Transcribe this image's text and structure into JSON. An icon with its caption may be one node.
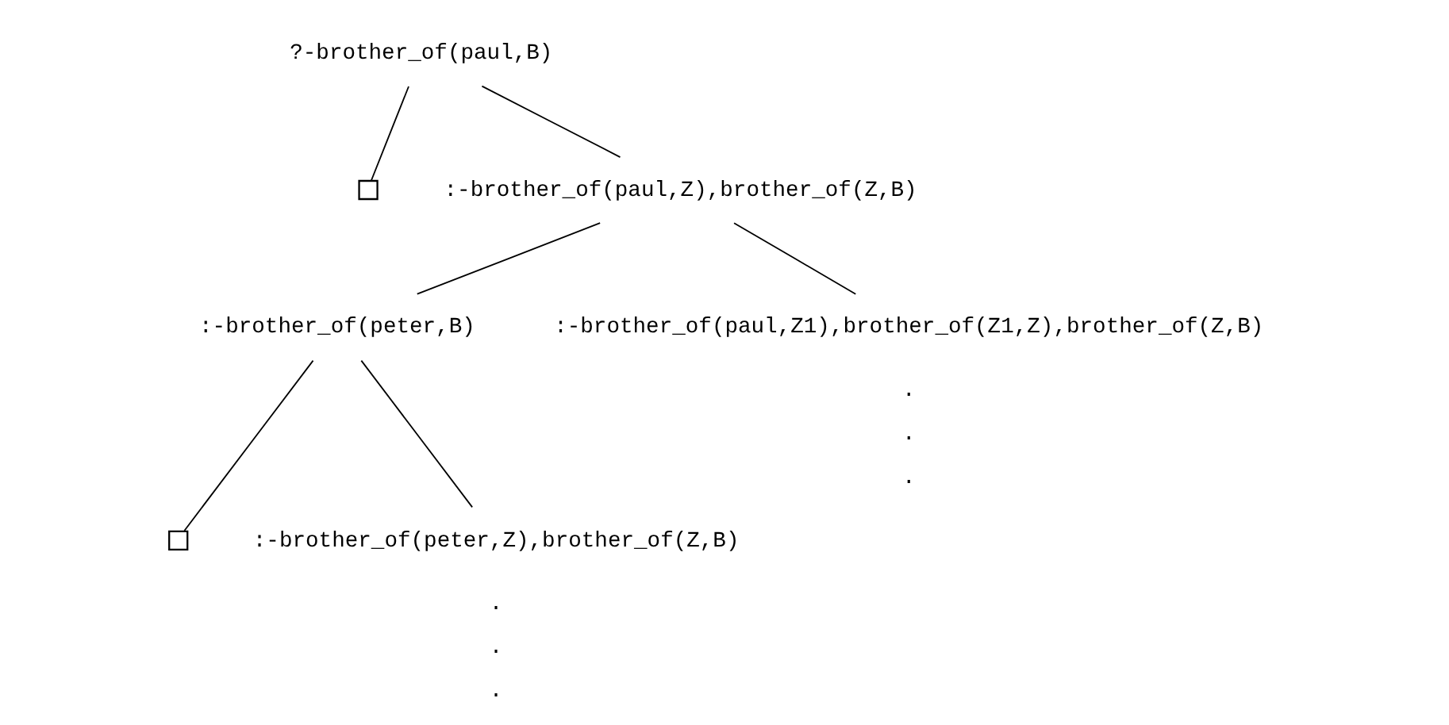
{
  "diagram": {
    "nodes": [
      {
        "text": [
          "?-brother_of(paul,B)"
        ]
      },
      {
        "text": [],
        "shape": "box"
      },
      {
        "text": [
          ":-brother_of(paul,Z),brother_of(Z,B)"
        ]
      },
      {
        "text": [
          ":-brother_of(peter,B)"
        ]
      },
      {
        "text": [
          ":-brother_of(paul,Z1),brother_of(Z1,Z),brother_of(Z,B)"
        ]
      },
      {
        "text": [],
        "shape": "box"
      },
      {
        "text": [
          ":-brother_of(peter,Z),brother_of(Z,B)"
        ]
      }
    ],
    "edges": [
      {
        "from": 0,
        "to": 1,
        "arrow": "none"
      },
      {
        "from": 0,
        "to": 2,
        "arrow": "none"
      },
      {
        "from": 2,
        "to": 3,
        "arrow": "none"
      },
      {
        "from": 2,
        "to": 4,
        "arrow": "none"
      },
      {
        "from": 3,
        "to": 5,
        "arrow": "none"
      },
      {
        "from": 3,
        "to": 6,
        "arrow": "none"
      }
    ],
    "labels": [
      ".",
      ".",
      ".",
      ".",
      ".",
      "."
    ]
  }
}
